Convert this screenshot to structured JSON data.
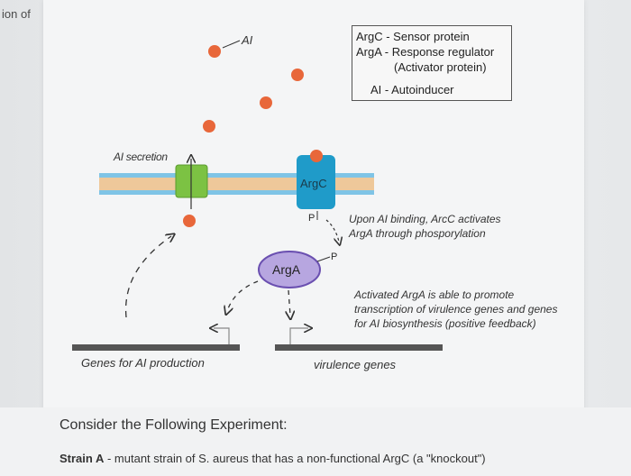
{
  "crop_fragment": "ion of",
  "legend": {
    "argc": "ArgC - Sensor protein",
    "arga": "ArgA - Response regulator",
    "activator": "(Activator protein)",
    "ai": "AI - Autoinducer"
  },
  "diagram": {
    "ai_label": "AI",
    "ai_secretion": "AI secretion",
    "argc_protein": "ArgC",
    "arga_protein": "ArgA",
    "phospho_p": "P",
    "phospho_p2": "P",
    "binding_note_line1": "Upon AI binding, ArcC activates",
    "binding_note_line2": "ArgA through phosporylation",
    "activated_line1": "Activated ArgA is able to promote",
    "activated_line2": "transcription of virulence genes and genes",
    "activated_line3": "for AI biosynthesis (positive feedback)",
    "genes_ai": "Genes for AI production",
    "virulence": "virulence genes"
  },
  "colors": {
    "ai_molecule": "#e8673a",
    "argc": "#1f9bc9",
    "arga_fill": "#b7a6e0",
    "arga_stroke": "#6a4fb0",
    "transporter": "#7cc243",
    "membrane_blue": "#7fc4e6",
    "membrane_orange": "#eec89a"
  },
  "question": "Consider the Following Experiment:",
  "strain": {
    "label": "Strain A",
    "text": " - mutant strain of S. aureus that has a non-functional ArgC (a \"knockout\")"
  }
}
